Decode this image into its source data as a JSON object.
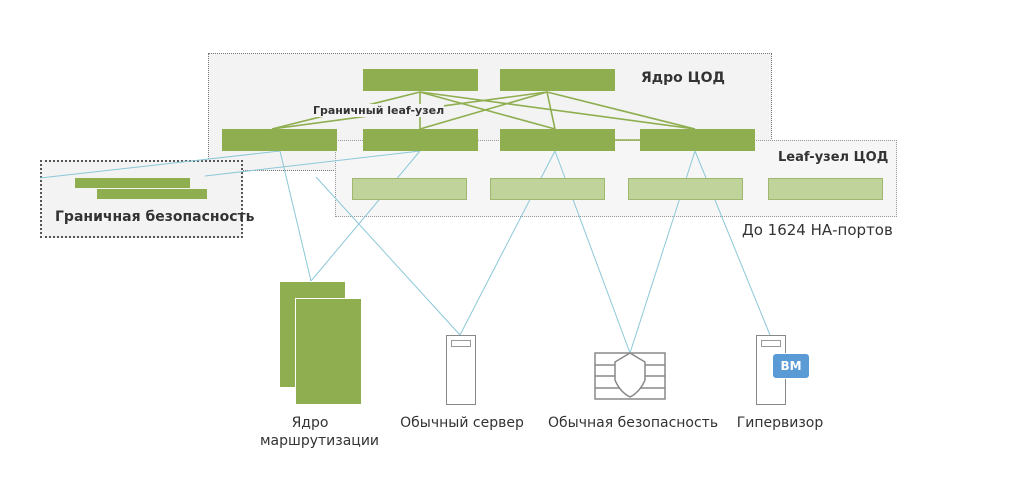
{
  "groups": {
    "core": {
      "title": "Ядро ЦОД"
    },
    "leaf": {
      "title": "Leaf-узел ЦОД",
      "ports_note": "До 1624 НА-портов"
    },
    "border_leaf_label": "Граничный leaf-узел",
    "edge_security": {
      "title": "Граничная безопасность"
    }
  },
  "endpoints": [
    {
      "id": "routing-core",
      "label_line1": "Ядро",
      "label_line2": "маршрутизации",
      "icon": "chassis-router-icon"
    },
    {
      "id": "server",
      "label_line1": "Обычный сервер",
      "icon": "server-icon"
    },
    {
      "id": "security",
      "label_line1": "Обычная безопасность",
      "icon": "firewall-icon"
    },
    {
      "id": "hypervisor",
      "label_line1": "Гипервизор",
      "icon": "hypervisor-icon",
      "badge": "ВМ"
    }
  ],
  "colors": {
    "switch_green": "#8fae4f",
    "leaf_green": "#bfd39a",
    "link_green": "#8fae4f",
    "link_blue": "#8cc8d8",
    "vm_badge": "#5b9bd5"
  }
}
